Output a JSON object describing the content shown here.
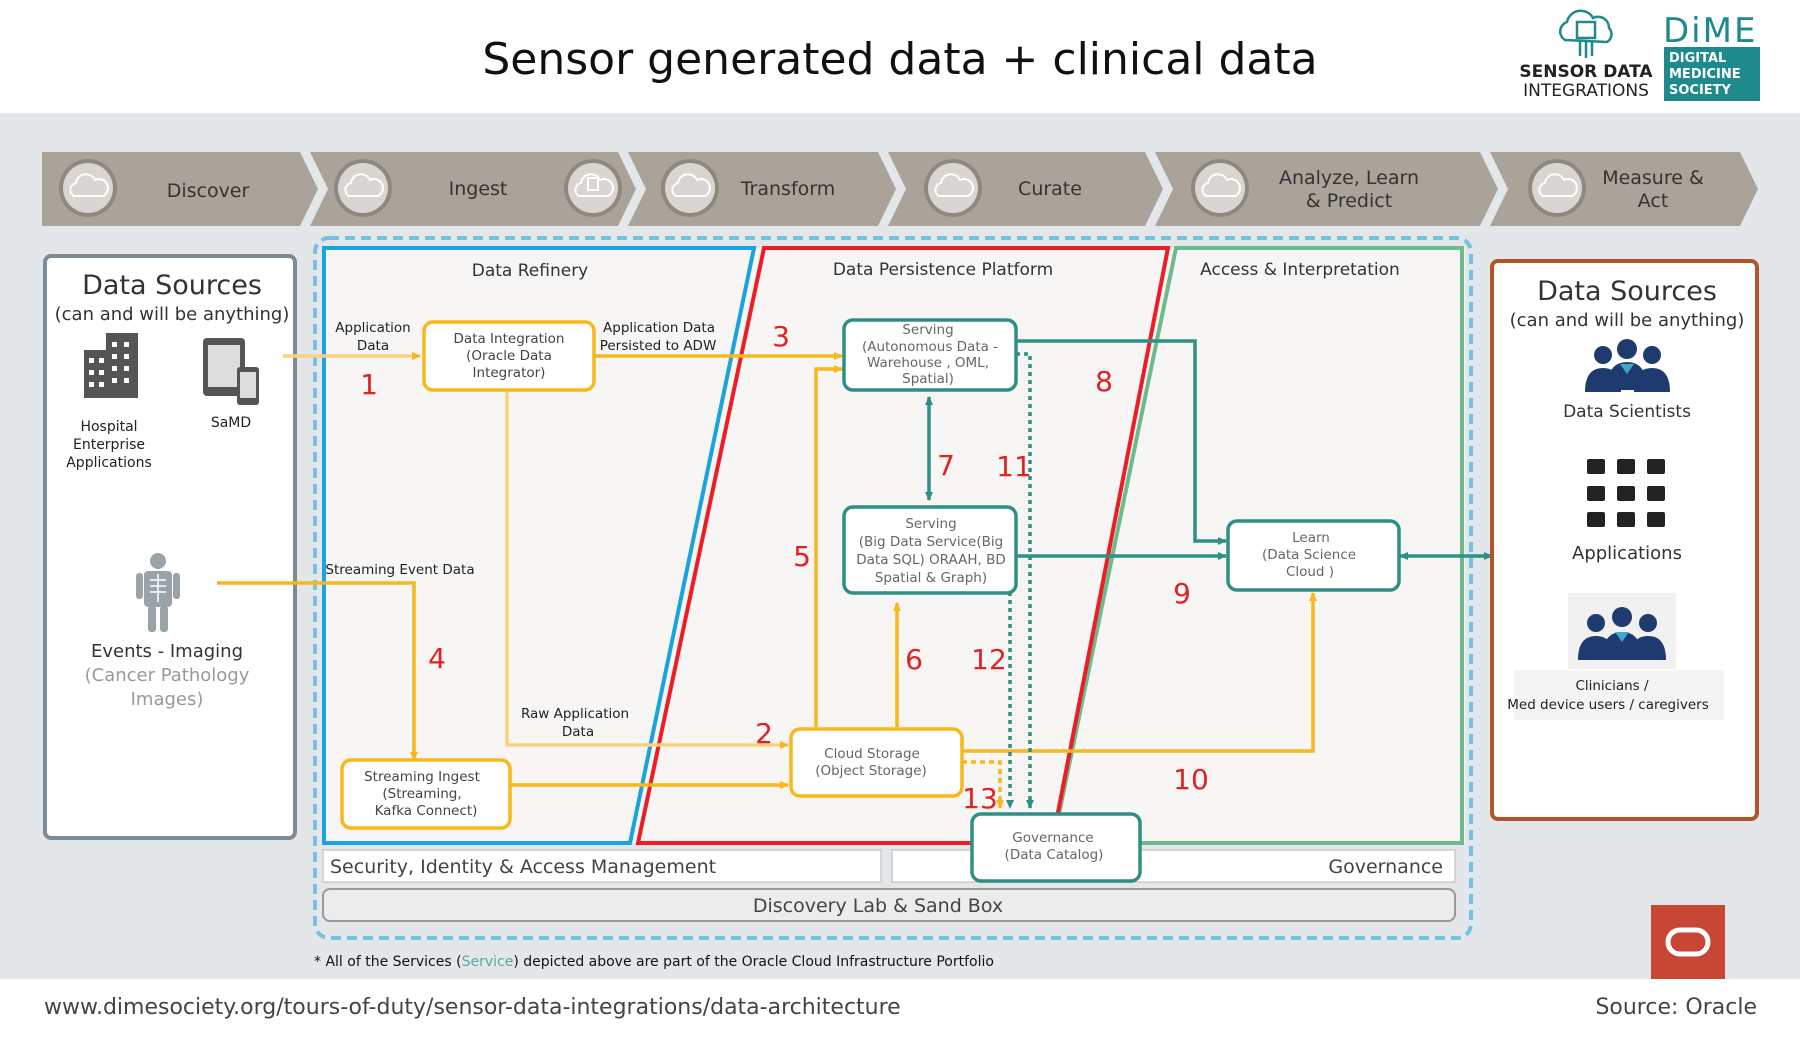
{
  "header": {
    "title": "Sensor generated data + clinical data",
    "logo_sdi_line1": "SENSOR DATA",
    "logo_sdi_line2": "INTEGRATIONS",
    "logo_dime_word": "DiME",
    "logo_dime_lines": [
      "DIGITAL",
      "MEDICINE",
      "SOCIETY"
    ]
  },
  "pipeline": {
    "stages": [
      "Discover",
      "Ingest",
      "Transform",
      "Curate",
      "Analyze, Learn",
      "& Predict",
      "Measure &",
      "Act"
    ]
  },
  "left_sources": {
    "title": "Data Sources",
    "subtitle": "(can and will be anything)",
    "hospital_lines": [
      "Hospital",
      "Enterprise",
      "Applications"
    ],
    "samd": "SaMD",
    "events_title": "Events - Imaging",
    "events_sub1": "(Cancer Pathology",
    "events_sub2": "Images)"
  },
  "regions": {
    "refinery": "Data Refinery",
    "persistence": "Data Persistence Platform",
    "access": "Access & Interpretation",
    "security": "Security, Identity & Access Management",
    "governance": "Governance",
    "discovery": "Discovery Lab & Sand Box"
  },
  "nodes": {
    "data_integration": [
      "Data Integration",
      "(Oracle Data",
      "Integrator)"
    ],
    "streaming_ingest": [
      "Streaming Ingest",
      "(Streaming,",
      "Kafka Connect)"
    ],
    "serving_adw": [
      "Serving",
      "(Autonomous Data -",
      "Warehouse , OML,",
      "Spatial)"
    ],
    "serving_bds": [
      "Serving",
      "(Big Data Service(Big",
      "Data SQL) ORAAH, BD",
      "Spatial & Graph)"
    ],
    "cloud_storage": [
      "Cloud Storage",
      "(Object Storage)"
    ],
    "governance": [
      "Governance",
      "(Data Catalog)"
    ],
    "learn": [
      "Learn",
      "(Data Science",
      "Cloud )"
    ]
  },
  "edge_labels": {
    "application_data": [
      "Application",
      "Data"
    ],
    "persisted_adw": [
      "Application Data",
      "Persisted to ADW"
    ],
    "streaming_event": "Streaming Event Data",
    "raw_application": [
      "Raw Application",
      "Data"
    ]
  },
  "step_numbers": [
    "1",
    "2",
    "3",
    "4",
    "5",
    "6",
    "7",
    "8",
    "9",
    "10",
    "11",
    "12",
    "13"
  ],
  "right_sources": {
    "title": "Data Sources",
    "subtitle": "(can and will be anything)",
    "scientists": "Data Scientists",
    "applications": "Applications",
    "clinicians_line1": "Clinicians /",
    "clinicians_line2": "Med device users / caregivers"
  },
  "footnote": {
    "prefix": "* All of the Services (",
    "service_word": "Service",
    "suffix": ") depicted above are part of the Oracle Cloud Infrastructure Portfolio"
  },
  "footer": {
    "url": "www.dimesociety.org/tours-of-duty/sensor-data-integrations/data-architecture",
    "source": "Source: Oracle"
  },
  "colors": {
    "yellow": "#f6b81b",
    "teal": "#2e8f86",
    "red": "#ee1c24",
    "blue": "#1aa3e0",
    "green": "#6dbb8c",
    "brown": "#b4532a",
    "dime_teal": "#1f8a8b",
    "oracle_red": "#c74634",
    "number_red": "#e02222"
  }
}
